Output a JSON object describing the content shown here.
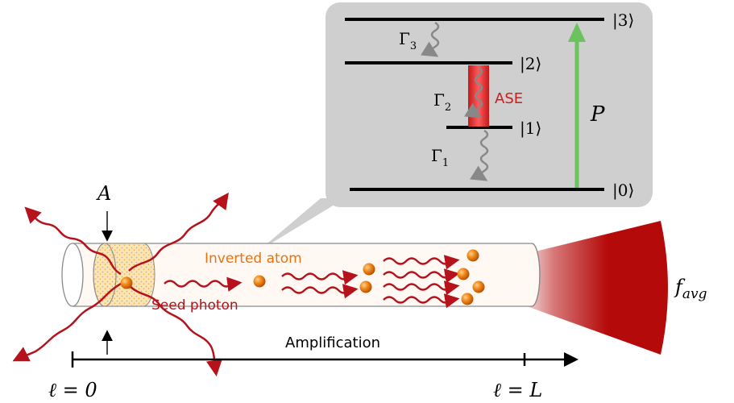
{
  "levels": {
    "l3": "|3⟩",
    "l2": "|2⟩",
    "l1": "|1⟩",
    "l0": "|0⟩"
  },
  "rates": {
    "g3": "Γ",
    "g3_sub": "3",
    "g2": "Γ",
    "g2_sub": "2",
    "g1": "Γ",
    "g1_sub": "1"
  },
  "labels": {
    "ase": "ASE",
    "pump": "P",
    "area": "A",
    "inverted_atom": "Inverted atom",
    "seed_photon": "Seed photon",
    "amplification": "Amplification",
    "start": "ℓ = 0",
    "end": "ℓ = L",
    "output_main": "f",
    "output_sub": "avg"
  },
  "colors": {
    "photon": "#b5121b",
    "atom": "#e8730c",
    "atom_label": "#e8730c",
    "pump_arrow": "#6cc25e",
    "ase_bar": "#d92a2a",
    "decay": "#888888",
    "inset_bg": "#cfcfcf",
    "output_beam": "#b50a0a"
  }
}
